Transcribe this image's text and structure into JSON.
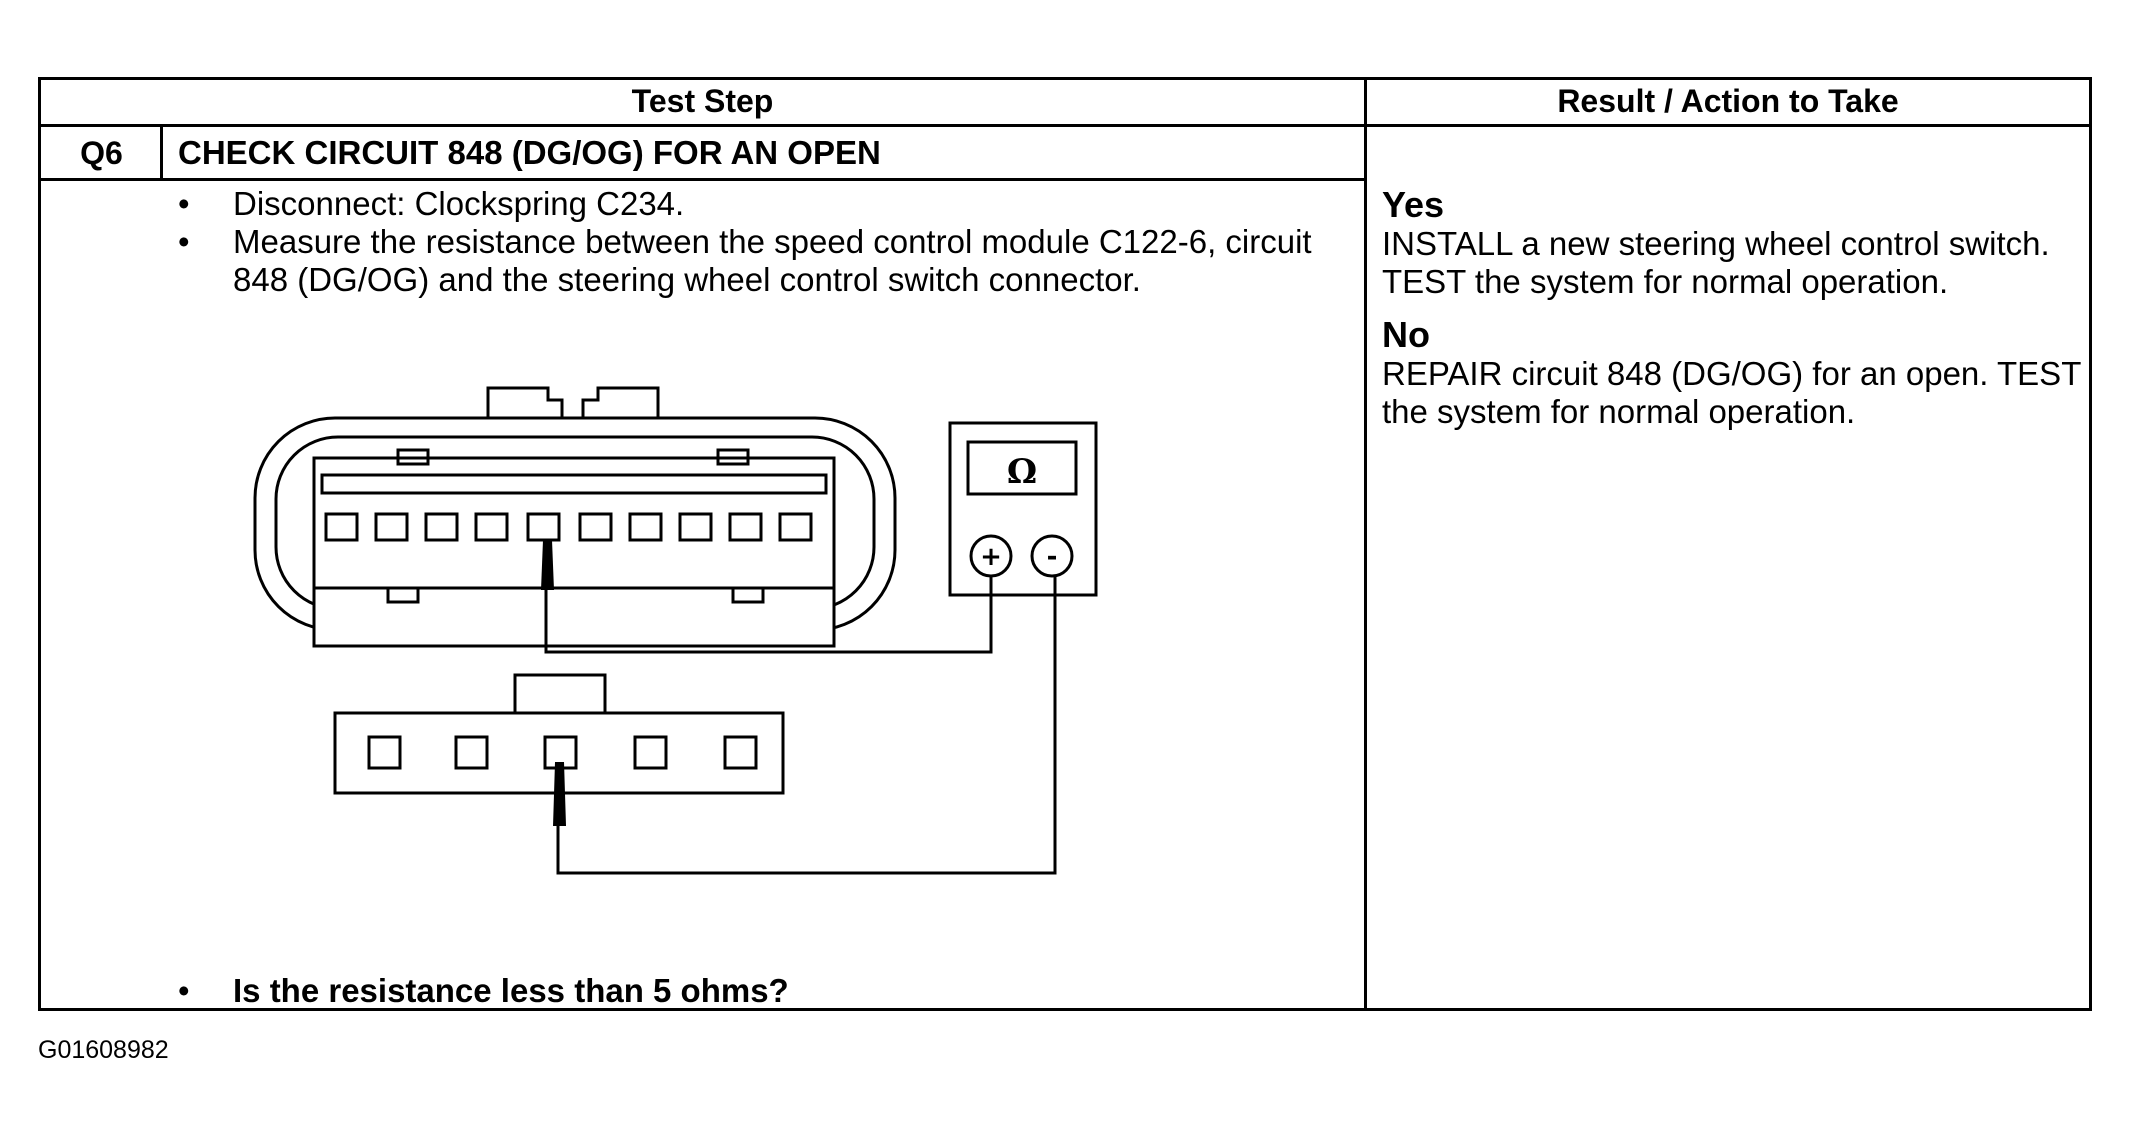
{
  "table": {
    "header_test_step": "Test Step",
    "header_result": "Result / Action to Take",
    "step_id": "Q6",
    "step_title": "CHECK CIRCUIT 848 (DG/OG) FOR AN OPEN",
    "instructions": [
      "Disconnect: Clockspring C234.",
      "Measure the resistance between the speed control module C122-6, circuit 848 (DG/OG) and the steering wheel control switch connector."
    ],
    "question": "Is the resistance less than 5 ohms?",
    "results": [
      {
        "label": "Yes",
        "action": "INSTALL a new steering wheel control switch. TEST the system for normal operation."
      },
      {
        "label": "No",
        "action": "REPAIR circuit 848 (DG/OG) for an open. TEST the system for normal operation."
      }
    ]
  },
  "diagram": {
    "meter_symbol": "Ω",
    "plus_symbol": "+",
    "minus_symbol": "-"
  },
  "figure_id": "G01608982"
}
